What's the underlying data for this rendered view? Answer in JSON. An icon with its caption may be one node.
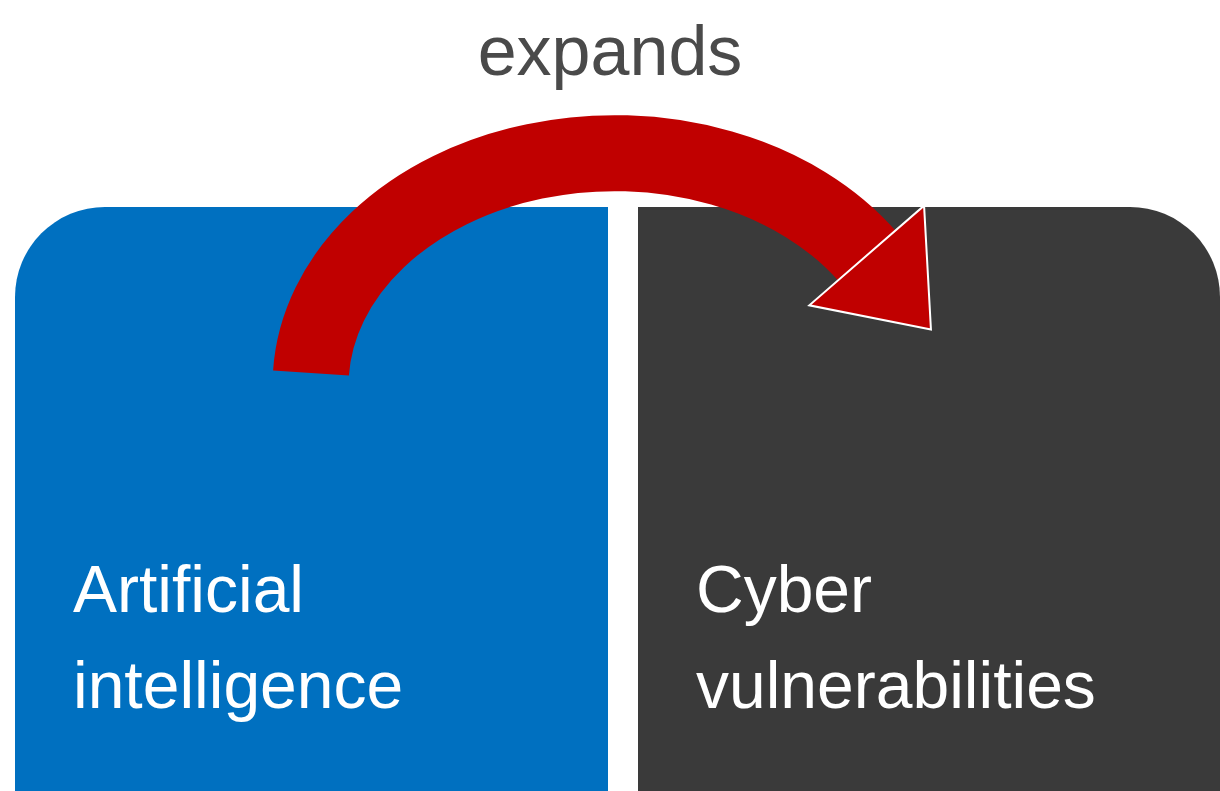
{
  "diagram": {
    "nodes": [
      {
        "text": [
          "Artificial intelligence"
        ]
      },
      {
        "text": [
          "Cyber vulnerabilities"
        ]
      }
    ],
    "edges": [
      {
        "from": 0,
        "to": 1,
        "arrow": "to",
        "label": "expands",
        "color": "#c00000"
      }
    ]
  }
}
